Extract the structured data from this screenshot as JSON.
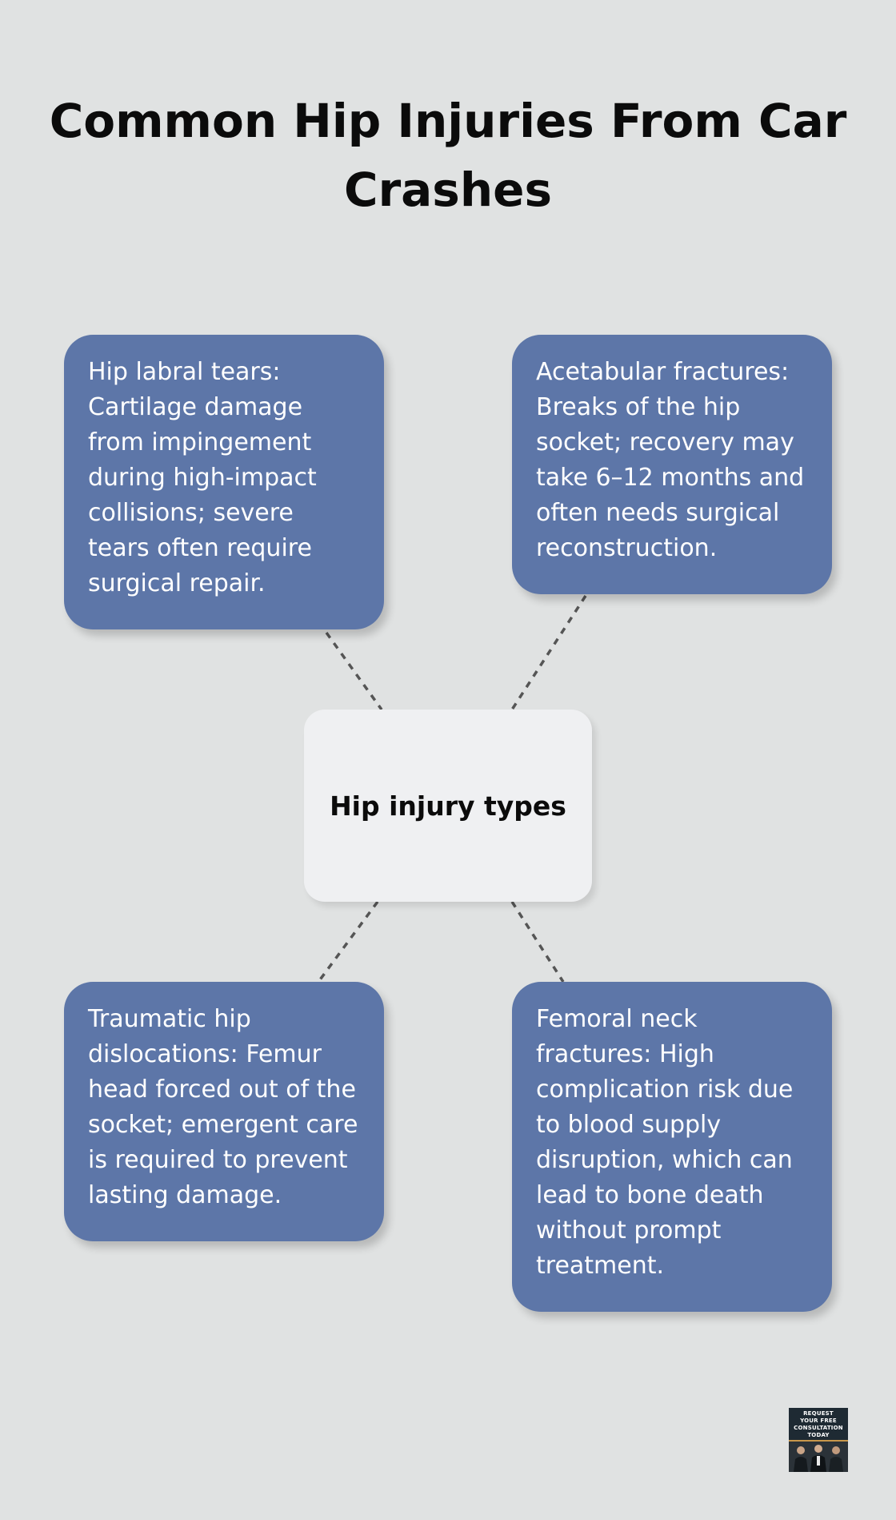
{
  "title": "Common Hip Injuries From Car Crashes",
  "center_node": {
    "label": "Hip injury types"
  },
  "cards": [
    {
      "position": "top-left",
      "text": "Hip labral tears: Cartilage damage from impingement during high-impact collisions; severe tears often require surgical repair."
    },
    {
      "position": "top-right",
      "text": "Acetabular fractures: Breaks of the hip socket; recovery may take 6–12 months and often needs surgical reconstruction."
    },
    {
      "position": "bottom-left",
      "text": "Traumatic hip dislocations: Femur head forced out of the socket; emergent care is required to prevent lasting damage."
    },
    {
      "position": "bottom-right",
      "text": "Femoral neck fractures: High complication risk due to blood supply disruption, which can lead to bone death without prompt treatment."
    }
  ],
  "cta": {
    "line1": "REQUEST",
    "line2": "YOUR FREE",
    "line3": "CONSULTATION",
    "line4": "TODAY",
    "icon": "attorneys-photo-icon"
  },
  "colors": {
    "background": "#e0e2e2",
    "card": "#5d76a8",
    "center": "#eff0f2",
    "connector": "#555555"
  }
}
